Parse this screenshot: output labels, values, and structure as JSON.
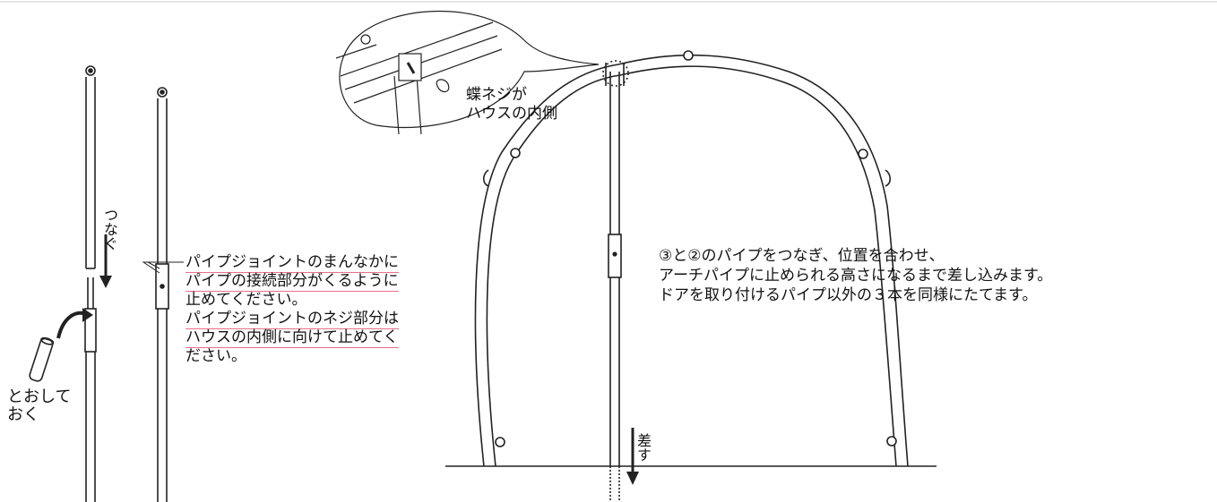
{
  "labels": {
    "connect": "つなぐ",
    "through": "とおして",
    "keep": "おく",
    "insert": "差す",
    "wing_nut_1": "蝶ネジが",
    "wing_nut_2": "ハウスの内側"
  },
  "instructions": {
    "left": [
      "パイプジョイントのまんなかに",
      "パイプの接続部分がくるように",
      "止めてください。",
      "パイプジョイントのネジ部分は",
      "ハウスの内側に向けて止めてく",
      "ださい。"
    ],
    "right": [
      "③と②のパイプをつなぎ、位置を合わせ、",
      "アーチパイプに止められる高さになるまで差し込みます。",
      "ドアを取り付けるパイプ以外の３本を同様にたてます。"
    ]
  }
}
